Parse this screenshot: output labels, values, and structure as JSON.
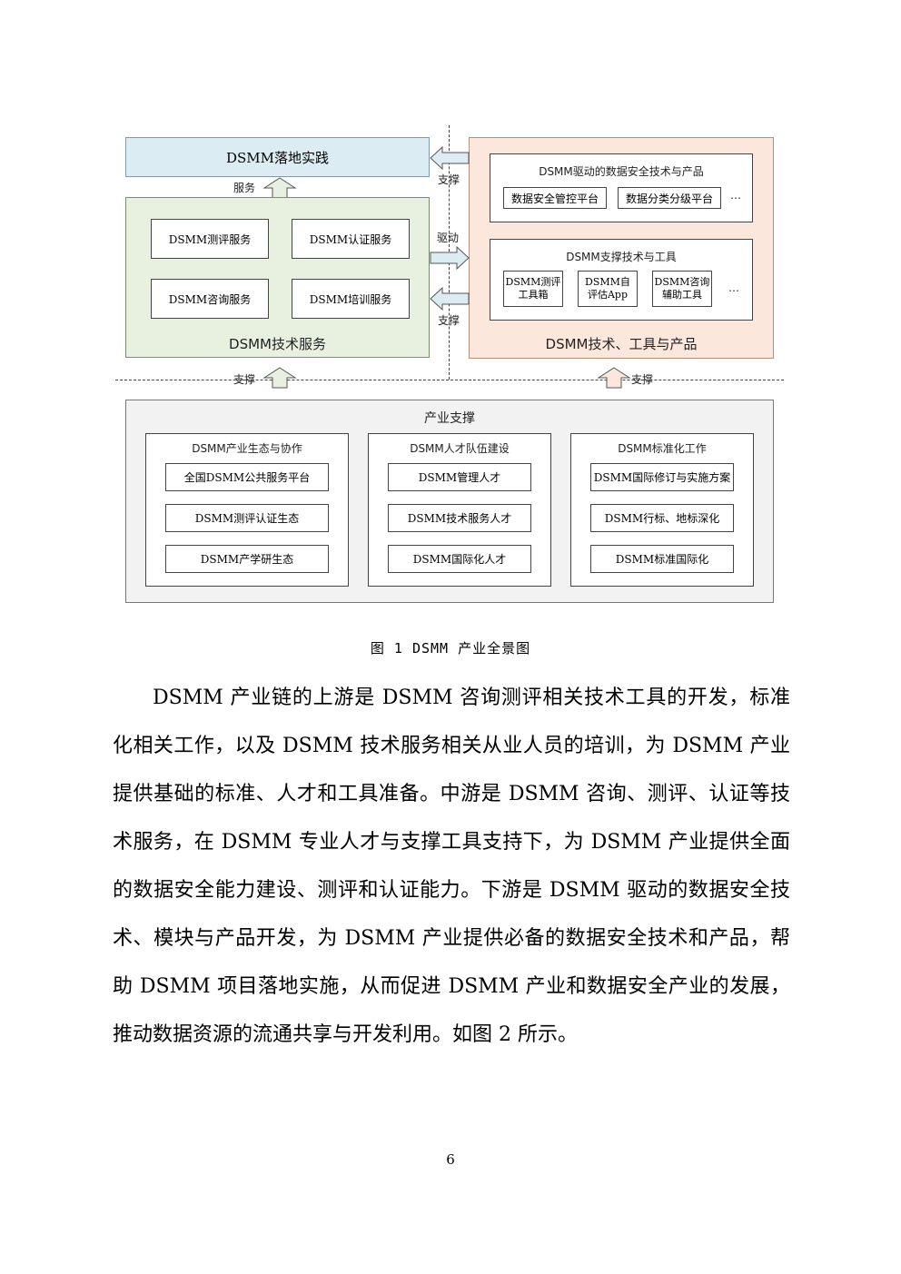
{
  "figure": {
    "practice": "DSMM落地实践",
    "service_label": "服务",
    "support_label": "支撑",
    "drive_label": "驱动",
    "tech_services": {
      "title": "DSMM技术服务",
      "items": [
        "DSMM测评服务",
        "DSMM认证服务",
        "DSMM咨询服务",
        "DSMM培训服务"
      ]
    },
    "tech_tools": {
      "title": "DSMM技术、工具与产品",
      "driven": {
        "title": "DSMM驱动的数据安全技术与产品",
        "items": [
          "数据安全管控平台",
          "数据分类分级平台"
        ],
        "more": "…"
      },
      "support": {
        "title": "DSMM支撑技术与工具",
        "items": [
          "DSMM测评\n工具箱",
          "DSMM自\n评估App",
          "DSMM咨询\n辅助工具"
        ],
        "more": "…"
      }
    },
    "industry": {
      "title": "产业支撑",
      "columns": [
        {
          "title": "DSMM产业生态与协作",
          "items": [
            "全国DSMM公共服务平台",
            "DSMM测评认证生态",
            "DSMM产学研生态"
          ]
        },
        {
          "title": "DSMM人才队伍建设",
          "items": [
            "DSMM管理人才",
            "DSMM技术服务人才",
            "DSMM国际化人才"
          ]
        },
        {
          "title": "DSMM标准化工作",
          "items": [
            "DSMM国际修订与实施方案",
            "DSMM行标、地标深化",
            "DSMM标准国际化"
          ]
        }
      ]
    }
  },
  "caption": "图 1 DSMM 产业全景图",
  "paragraph": "DSMM 产业链的上游是 DSMM 咨询测评相关技术工具的开发，标准化相关工作，以及 DSMM 技术服务相关从业人员的培训，为 DSMM 产业提供基础的标准、人才和工具准备。中游是 DSMM 咨询、测评、认证等技术服务，在 DSMM 专业人才与支撑工具支持下，为 DSMM 产业提供全面的数据安全能力建设、测评和认证能力。下游是 DSMM 驱动的数据安全技术、模块与产品开发，为 DSMM 产业提供必备的数据安全技术和产品，帮助 DSMM 项目落地实施，从而促进 DSMM 产业和数据安全产业的发展，推动数据资源的流通共享与开发利用。如图 2 所示。",
  "page_number": "6",
  "colors": {
    "practice_fill": "#dcecf3",
    "service_fill": "#e8f0e0",
    "tech_fill": "#fbe7db",
    "industry_fill": "#f2f2f2"
  }
}
